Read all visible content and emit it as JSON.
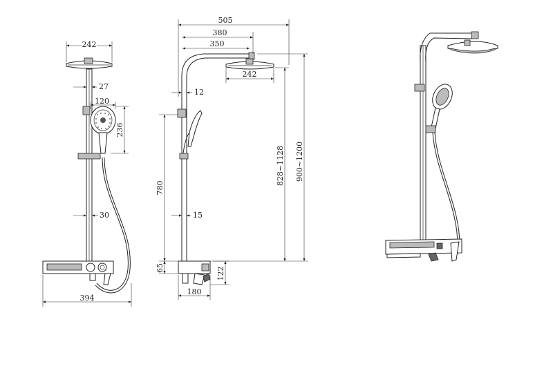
{
  "front_view": {
    "head_width": "242",
    "arm_offset": "27",
    "handshower_width": "120",
    "handshower_height": "236",
    "pipe_diameter": "30",
    "shelf_width": "394"
  },
  "side_view": {
    "total_projection": "505",
    "arm_projection_1": "380",
    "arm_projection_2": "350",
    "pipe_gap": "12",
    "head_width": "242",
    "slide_rail_length": "780",
    "rail_diameter": "15",
    "base_offset": "65",
    "mixer_height": "122",
    "mixer_depth": "180",
    "head_height_range": "828~1128",
    "total_height_range": "900~1200"
  },
  "colors": {
    "line": "#222222",
    "fill_light": "#bbbbbb",
    "fill_dark": "#666666"
  }
}
